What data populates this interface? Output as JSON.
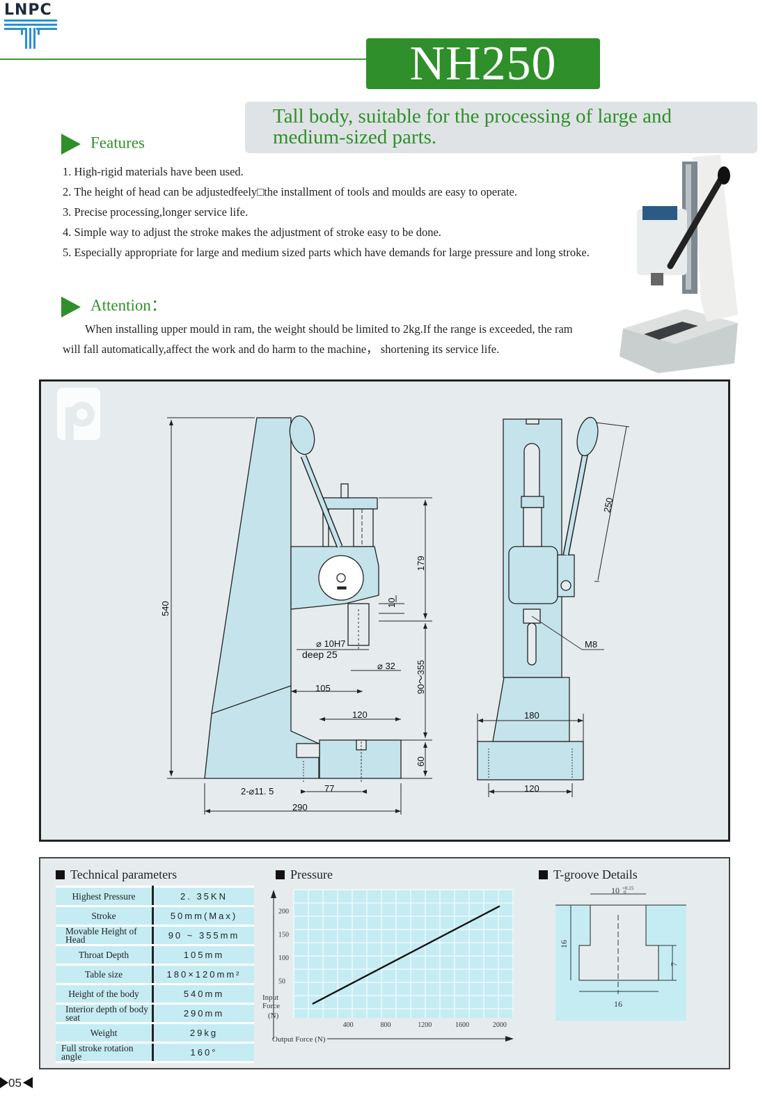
{
  "brand": {
    "logo_text": "LNPC"
  },
  "model": "NH250",
  "tagline": "Tall body, suitable for the processing of large and medium-sized parts.",
  "features": {
    "heading": "Features",
    "items": [
      "1.  High-rigid materials have been used.",
      "2.  The height of head can be adjustedfeely□the installment of tools and moulds are easy to operate.",
      "3.  Precise processing,longer service life.",
      "4.  Simple way to adjust the stroke makes the adjustment of stroke easy to be done.",
      "5.  Especially appropriate for large and medium sized parts which have demands for large pressure and long stroke."
    ]
  },
  "attention": {
    "heading": "Attention：",
    "text": "When installing upper mould in ram, the weight should be limited to 2kg.If the range is exceeded, the ram will fall automatically,affect the work and do harm to the machine，  shortening its service life."
  },
  "drawing": {
    "dims": {
      "d540": "540",
      "d179": "179",
      "d10": "10",
      "d10h7": "⌀ 10H7",
      "deep25": "deep 25",
      "d32": "⌀ 32",
      "d105": "105",
      "d90_355": "90～355",
      "d120": "120",
      "d60": "60",
      "d2_115": "2-⌀11. 5",
      "d77": "77",
      "d290": "290",
      "d250": "250",
      "m8": "M8",
      "d180": "180",
      "d120b": "120"
    }
  },
  "tech_params": {
    "heading": "Technical parameters",
    "rows": [
      {
        "label": "Highest Pressure",
        "value": "2. 35KN"
      },
      {
        "label": "Stroke",
        "value": "50mm(Max)"
      },
      {
        "label": "Movable Height of Head",
        "value": "90 ~ 355mm"
      },
      {
        "label": "Throat Depth",
        "value": "105mm"
      },
      {
        "label": "Table size",
        "value": "180×120mm²"
      },
      {
        "label": "Height of the body",
        "value": "540mm"
      },
      {
        "label": "Interior depth of body seat",
        "value": "290mm"
      },
      {
        "label": "Weight",
        "value": "29kg"
      },
      {
        "label": "Full stroke rotation angle",
        "value": "160°"
      }
    ]
  },
  "pressure_chart": {
    "heading": "Pressure",
    "y_label_lines": [
      "Input",
      "Force",
      "(N)"
    ],
    "x_label": "Output Force (N)",
    "chart_data": {
      "type": "line",
      "x_ticks": [
        400,
        800,
        1200,
        1600,
        2000
      ],
      "y_ticks": [
        50,
        100,
        150,
        200
      ],
      "series": [
        {
          "x": [
            0,
            2000
          ],
          "y": [
            0,
            210
          ]
        }
      ],
      "grid": true
    }
  },
  "tgroove": {
    "heading": "T-groove Details",
    "top_width": "10",
    "tolerance_upper": "+0.15",
    "tolerance_lower": "0",
    "height": "16",
    "depth": "7",
    "bottom_width": "16"
  },
  "page_number": "05"
}
